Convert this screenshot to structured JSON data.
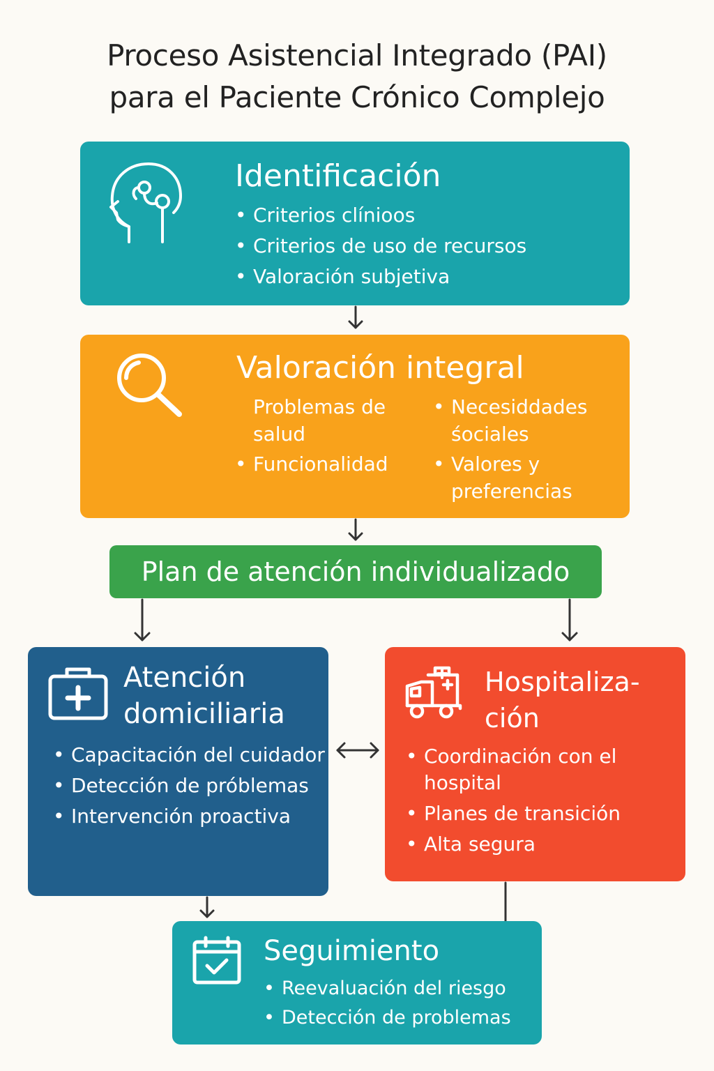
{
  "title": {
    "line1": "Proceso Asistencial Integrado (PAI)",
    "line2": "para el Paciente Crónico Complejo"
  },
  "identificacion": {
    "heading": "Identificación",
    "icon": "head-stethoscope-icon",
    "items": [
      "Criterios clínioos",
      "Criterios de uso de recursos",
      "Valoración subjetiva"
    ]
  },
  "valoracion": {
    "heading": "Valoración integral",
    "icon": "magnifier-icon",
    "col1": [
      {
        "text": "Problemas de salud",
        "bullet": false
      },
      {
        "text": "Funcionalidad",
        "bullet": true
      }
    ],
    "col2": [
      {
        "text": "Necesiddades śociales",
        "bullet": true
      },
      {
        "text": "Valores y preferencias",
        "bullet": true
      }
    ]
  },
  "plan": {
    "heading": "Plan de atención individualizado"
  },
  "domiciliaria": {
    "heading_line1": "Atención",
    "heading_line2": "domiciliaria",
    "icon": "medical-kit-icon",
    "items": [
      "Capacitación del cuidador",
      "Detección de próblemas",
      "Intervención proactiva"
    ]
  },
  "hospitalizacion": {
    "heading_line1": "Hospitaliza-",
    "heading_line2": "ción",
    "icon": "ambulance-icon",
    "items": [
      "Coordinación con el hospital",
      "Planes de transición",
      "Alta segura"
    ]
  },
  "seguimiento": {
    "heading": "Seguimiento",
    "icon": "calendar-check-icon",
    "items": [
      "Reevaluación del riesgo",
      "Detección de problemas"
    ]
  },
  "colors": {
    "background": "#fcfaf5",
    "teal": "#1aa4ab",
    "orange": "#f9a21b",
    "green": "#3aa34b",
    "navy": "#215f8c",
    "red": "#f24c2e",
    "connector": "#333333"
  }
}
